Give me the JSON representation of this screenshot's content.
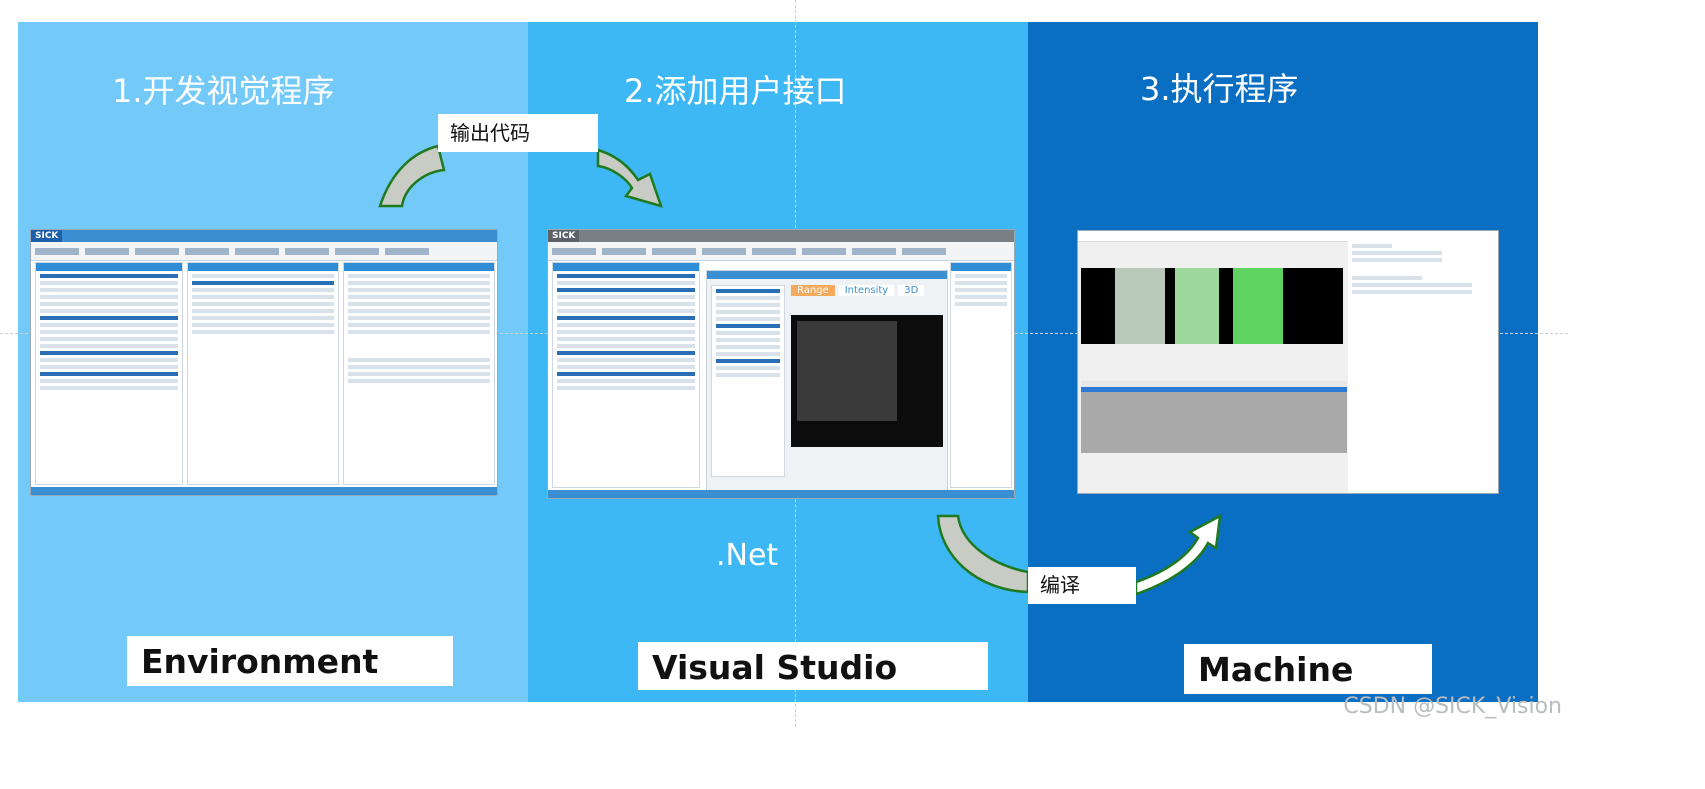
{
  "steps": [
    {
      "title": "1.开发视觉程序",
      "label": "Environment"
    },
    {
      "title": "2.添加用户接口",
      "label": "Visual Studio"
    },
    {
      "title": "3.执行程序",
      "label": "Machine"
    }
  ],
  "arrows": {
    "export_tag": "输出代码",
    "compile_tag": "编译"
  },
  "net_label": ".Net",
  "screens": {
    "env_brand": "SICK",
    "vs_brand": "SICK",
    "vs_tabs": [
      "Range",
      "Intensity",
      "3D"
    ]
  },
  "watermark": "CSDN @SICK_Vision",
  "colors": {
    "panel1": "#73c9f7",
    "panel2": "#3db8f5",
    "panel3": "#0a6fc2",
    "arrow_fill": "#c9ccc4",
    "arrow_stroke": "#1f7a1f"
  }
}
